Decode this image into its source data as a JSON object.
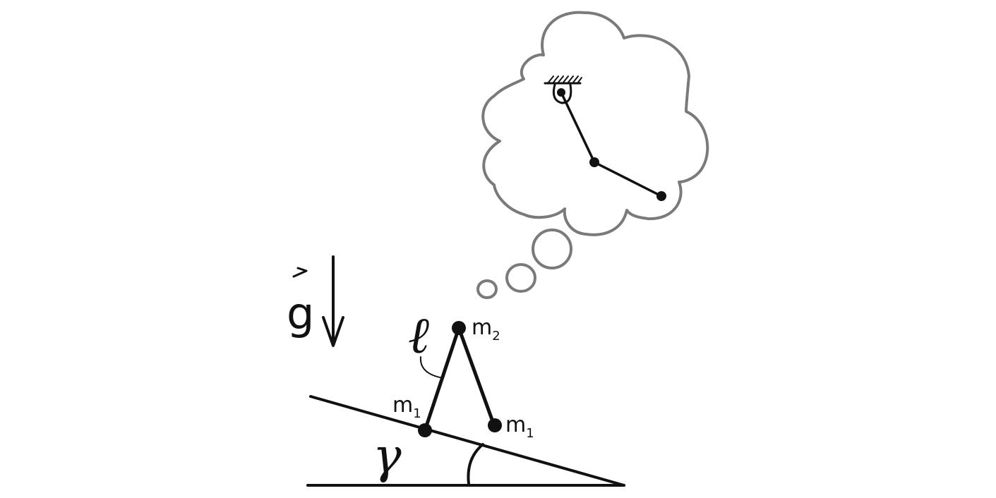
{
  "labels": {
    "gravity": "g",
    "length": "ℓ",
    "mass_top": "m",
    "mass_top_sub": "2",
    "mass_left": "m",
    "mass_left_sub": "1",
    "mass_right": "m",
    "mass_right_sub": "1",
    "angle": "γ"
  },
  "colors": {
    "ink": "#111111",
    "cloud": "#7a7a7a",
    "background": "#ffffff"
  }
}
